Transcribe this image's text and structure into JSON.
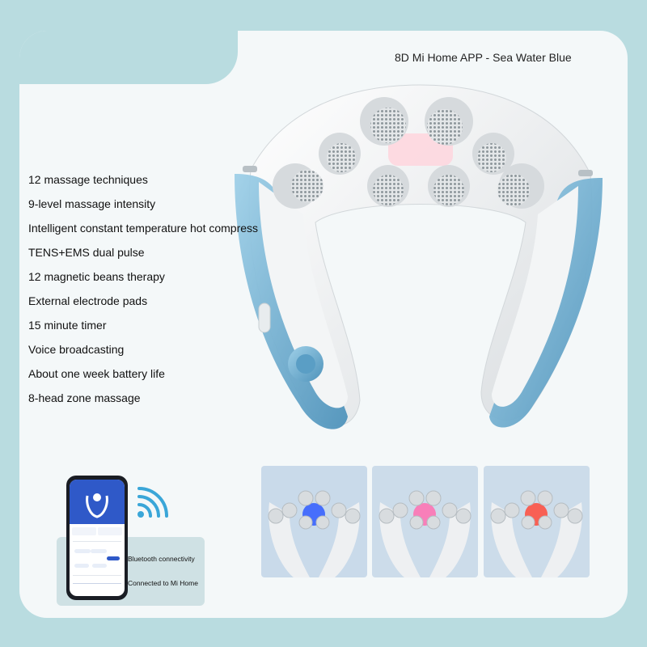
{
  "header": {
    "title": "8D Mi Home APP - Sea Water Blue"
  },
  "features": [
    "12 massage techniques",
    "9-level massage intensity",
    "Intelligent constant temperature hot compress",
    "TENS+EMS dual pulse",
    "12 magnetic beans therapy",
    "External electrode pads",
    "15 minute timer",
    "Voice broadcasting",
    "About one week battery life",
    "8-head zone massage"
  ],
  "app_panel": {
    "bluetooth_label": "Bluetooth connectivity",
    "mihome_label": "Connected to Mi Home"
  },
  "thumbnails": [
    {
      "light_color": "#2f5bff"
    },
    {
      "light_color": "#ff6fb0"
    },
    {
      "light_color": "#ff4a3a"
    }
  ],
  "colors": {
    "background": "#b9dce0",
    "card": "#f4f8f9",
    "device_blue": "#6fb2d3",
    "device_white": "#f1f3f4",
    "app_blue": "#2f59c8"
  }
}
